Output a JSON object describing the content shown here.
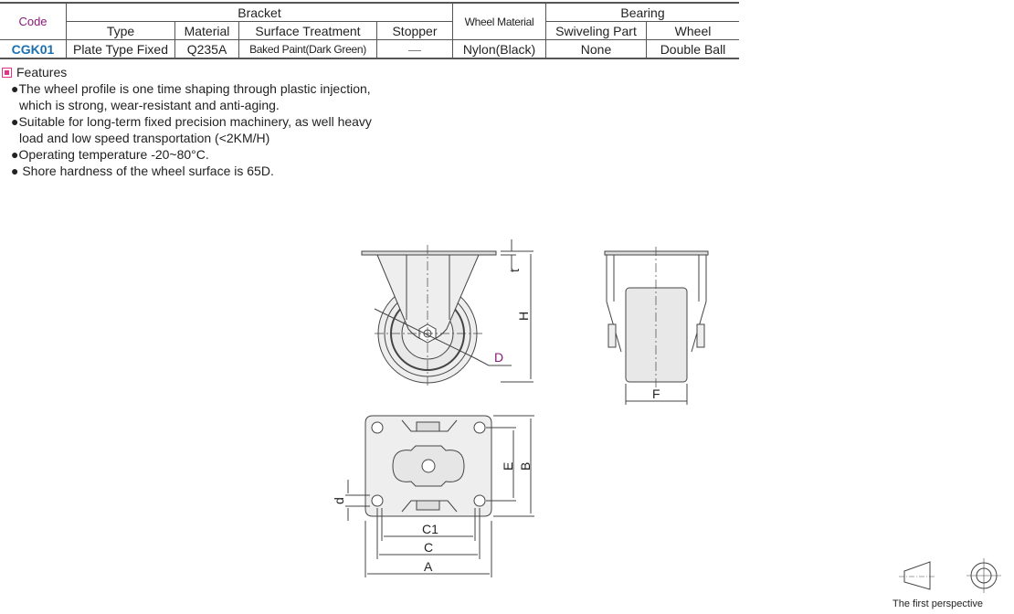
{
  "table": {
    "headers": {
      "code": "Code",
      "bracket": "Bracket",
      "wheel_material": "Wheel Material",
      "bearing": "Bearing",
      "type": "Type",
      "material": "Material",
      "surface": "Surface Treatment",
      "stopper": "Stopper",
      "swiveling": "Swiveling Part",
      "wheel": "Wheel"
    },
    "row": {
      "code": "CGK01",
      "type": "Plate Type Fixed",
      "material": "Q235A",
      "surface": "Baked Paint(Dark Green)",
      "stopper": "—",
      "wheel_material": "Nylon(Black)",
      "swiveling": "None",
      "wheel": "Double Ball"
    }
  },
  "features": {
    "title": "Features",
    "items": [
      [
        "●The wheel profile is  one time shaping through plastic injection,",
        "which is strong, wear-resistant and anti-aging."
      ],
      [
        "●Suitable for long-term fixed precision machinery, as well heavy",
        "load and low speed transportation (<2KM/H)"
      ],
      [
        "●Operating temperature  -20~80°C."
      ],
      [
        "● Shore hardness of the wheel surface is 65D."
      ]
    ]
  },
  "dims": {
    "t": "t",
    "H": "H",
    "D": "D",
    "F": "F",
    "E": "E",
    "B": "B",
    "d": "d",
    "C1": "C1",
    "C": "C",
    "A": "A"
  },
  "perspective_label": "The first perspective"
}
